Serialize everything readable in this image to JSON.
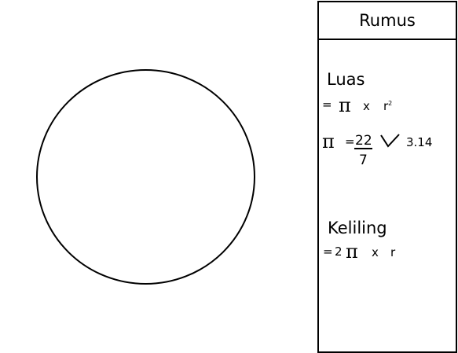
{
  "panel": {
    "title": "Rumus",
    "luas": {
      "heading": "Luas",
      "eq_sign": "=",
      "pi": "π",
      "times": "x",
      "r": "r",
      "exp": "2"
    },
    "pi_value": {
      "pi": "π",
      "eq_sign": "=",
      "numerator": "22",
      "denominator": "7",
      "alt": "3.14"
    },
    "keliling": {
      "heading": "Keliling",
      "eq_sign": "=",
      "two": "2",
      "pi": "π",
      "times": "x",
      "r": "r"
    }
  },
  "colors": {
    "stroke": "#000000",
    "background": "#ffffff"
  }
}
